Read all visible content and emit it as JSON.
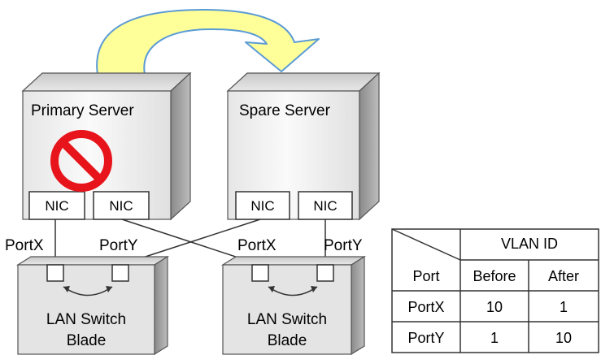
{
  "servers": {
    "primary": {
      "label": "Primary Server",
      "nic_left": "NIC",
      "nic_right": "NIC"
    },
    "spare": {
      "label": "Spare Server",
      "nic_left": "NIC",
      "nic_right": "NIC"
    }
  },
  "port_labels": {
    "left_x": "PortX",
    "left_y": "PortY",
    "right_x": "PortX",
    "right_y": "PortY"
  },
  "switches": {
    "left": {
      "line1": "LAN Switch",
      "line2": "Blade"
    },
    "right": {
      "line1": "LAN Switch",
      "line2": "Blade"
    }
  },
  "vlan_table": {
    "group_header": "VLAN ID",
    "row_header": "Port",
    "columns": [
      "Before",
      "After"
    ],
    "rows": [
      {
        "port": "PortX",
        "before": "10",
        "after": "1"
      },
      {
        "port": "PortY",
        "before": "1",
        "after": "10"
      }
    ]
  },
  "colors": {
    "arrow_fill": "#ffff99",
    "arrow_stroke": "#5b9bd5",
    "prohibited": "#e8141b",
    "box_front": "#f2f2f2",
    "box_side": "#9a9a9a",
    "box_top": "#d6d6d6"
  }
}
